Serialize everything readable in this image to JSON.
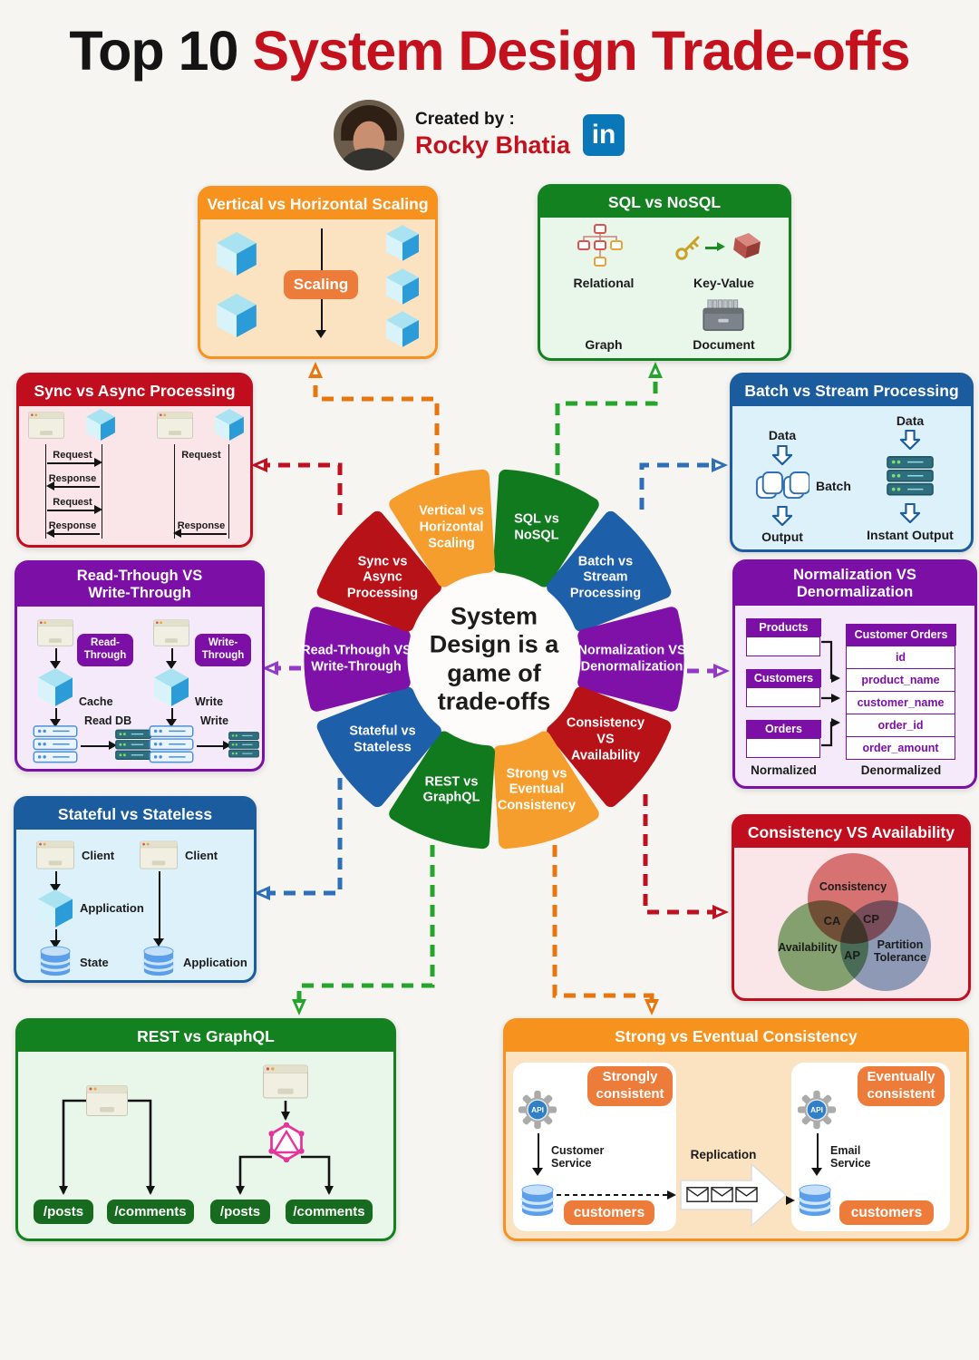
{
  "palette": {
    "red_header": "#C00E1E",
    "red": "#B81219",
    "red_body": "#FAE6E8",
    "orange_header": "#F6921D",
    "orange": "#F59E2E",
    "orange_body": "#FBE3C2",
    "orange_pill": "#ED7C3B",
    "green_header": "#13811F",
    "green": "#117A1F",
    "green_body": "#E9F7EB",
    "green_pill": "#176B1F",
    "blue_header": "#1B5C9F",
    "blue": "#1D5FA8",
    "blue_body": "#DDF1FB",
    "purple_header": "#7C0FA6",
    "purple": "#7F10A8",
    "purple_body": "#F4EAF9",
    "c_orange": "#E8760D",
    "c_green": "#25A52C",
    "c_red": "#C01020",
    "c_blue": "#2D6FB8",
    "c_purple": "#9438C8",
    "title_red": "#C3121E",
    "linkedin_blue": "#0A78B8",
    "venn_red": "#D97373",
    "venn_green": "#7CAB6D",
    "venn_blue": "#87A3C2"
  },
  "title": {
    "prefix": "Top 10 ",
    "main": "System Design Trade-offs"
  },
  "creator": {
    "label": "Created by :",
    "name": "Rocky Bhatia",
    "linkedin": "in"
  },
  "wheel": {
    "center": [
      "System",
      "Design is a",
      "game of",
      "trade-offs"
    ],
    "segments": [
      {
        "id": "sql-vs-nosql",
        "color": "green",
        "lines": [
          "SQL vs",
          "NoSQL"
        ]
      },
      {
        "id": "batch-vs-stream",
        "color": "blue",
        "lines": [
          "Batch vs",
          "Stream",
          "Processing"
        ]
      },
      {
        "id": "normalization-vs-denormalization",
        "color": "purple",
        "lines": [
          "Normalization VS",
          "Denormalization"
        ]
      },
      {
        "id": "consistency-vs-availability",
        "color": "red",
        "lines": [
          "Consistency",
          "VS",
          "Availability"
        ]
      },
      {
        "id": "strong-vs-eventual",
        "color": "orange",
        "lines": [
          "Strong vs",
          "Eventual",
          "Consistency"
        ]
      },
      {
        "id": "rest-vs-graphql",
        "color": "green",
        "lines": [
          "REST vs",
          "GraphQL"
        ]
      },
      {
        "id": "stateful-vs-stateless",
        "color": "blue",
        "lines": [
          "Stateful vs",
          "Stateless"
        ]
      },
      {
        "id": "read-vs-write-through",
        "color": "purple",
        "lines": [
          "Read-Trhough VS",
          "Write-Through"
        ]
      },
      {
        "id": "sync-vs-async",
        "color": "red",
        "lines": [
          "Sync vs",
          "Async",
          "Processing"
        ]
      },
      {
        "id": "vertical-vs-horizontal",
        "color": "orange",
        "lines": [
          "Vertical vs",
          "Horizontal",
          "Scaling"
        ]
      }
    ]
  },
  "panels": {
    "scaling": {
      "title": "Vertical vs Horizontal Scaling",
      "pill": "Scaling"
    },
    "sql": {
      "title": "SQL vs NoSQL",
      "relational": "Relational",
      "key_value": "Key-Value",
      "graph": "Graph",
      "document": "Document"
    },
    "sync": {
      "title": "Sync vs Async Processing",
      "l1": "Request",
      "l2": "Response",
      "l3": "Request",
      "l4": "Response",
      "r1": "Request",
      "r2": "Response"
    },
    "batch": {
      "title": "Batch vs Stream Processing",
      "data_left": "Data",
      "batch": "Batch",
      "output": "Output",
      "data_right": "Data",
      "instant": "Instant Output"
    },
    "read_write": {
      "title_l1": "Read-Trhough VS",
      "title_l2": "Write-Through",
      "read_pill_l1": "Read-",
      "read_pill_l2": "Through",
      "write_pill_l1": "Write-",
      "write_pill_l2": "Through",
      "cache": "Cache",
      "read_db": "Read DB",
      "write1": "Write",
      "write2": "Write"
    },
    "normalization": {
      "title_l1": "Normalization VS",
      "title_l2": "Denormalization",
      "t1": "Products",
      "t2": "Customers",
      "t3": "Orders",
      "right_header": "Customer Orders",
      "rows": [
        "id",
        "product_name",
        "customer_name",
        "order_id",
        "order_amount"
      ],
      "cap_left": "Normalized",
      "cap_right": "Denormalized"
    },
    "stateful": {
      "title": "Stateful vs Stateless",
      "l1": "Client",
      "l2": "Application",
      "l3": "State",
      "r1": "Client",
      "r2": "Application"
    },
    "cap": {
      "title": "Consistency VS Availability",
      "c1": "Consistency",
      "c2": "Availability",
      "c3_l1": "Partition",
      "c3_l2": "Tolerance",
      "ca": "CA",
      "cp": "CP",
      "ap": "AP"
    },
    "rest": {
      "title": "REST vs GraphQL",
      "p1": "/posts",
      "p2": "/comments",
      "p3": "/posts",
      "p4": "/comments"
    },
    "strong": {
      "title": "Strong vs Eventual Consistency",
      "sc_l1": "Strongly",
      "sc_l2": "consistent",
      "cs_l1": "Customer",
      "cs_l2": "Service",
      "db_left": "customers",
      "replication": "Replication",
      "ec_l1": "Eventually",
      "ec_l2": "consistent",
      "es_l1": "Email",
      "es_l2": "Service",
      "db_right": "customers"
    }
  }
}
